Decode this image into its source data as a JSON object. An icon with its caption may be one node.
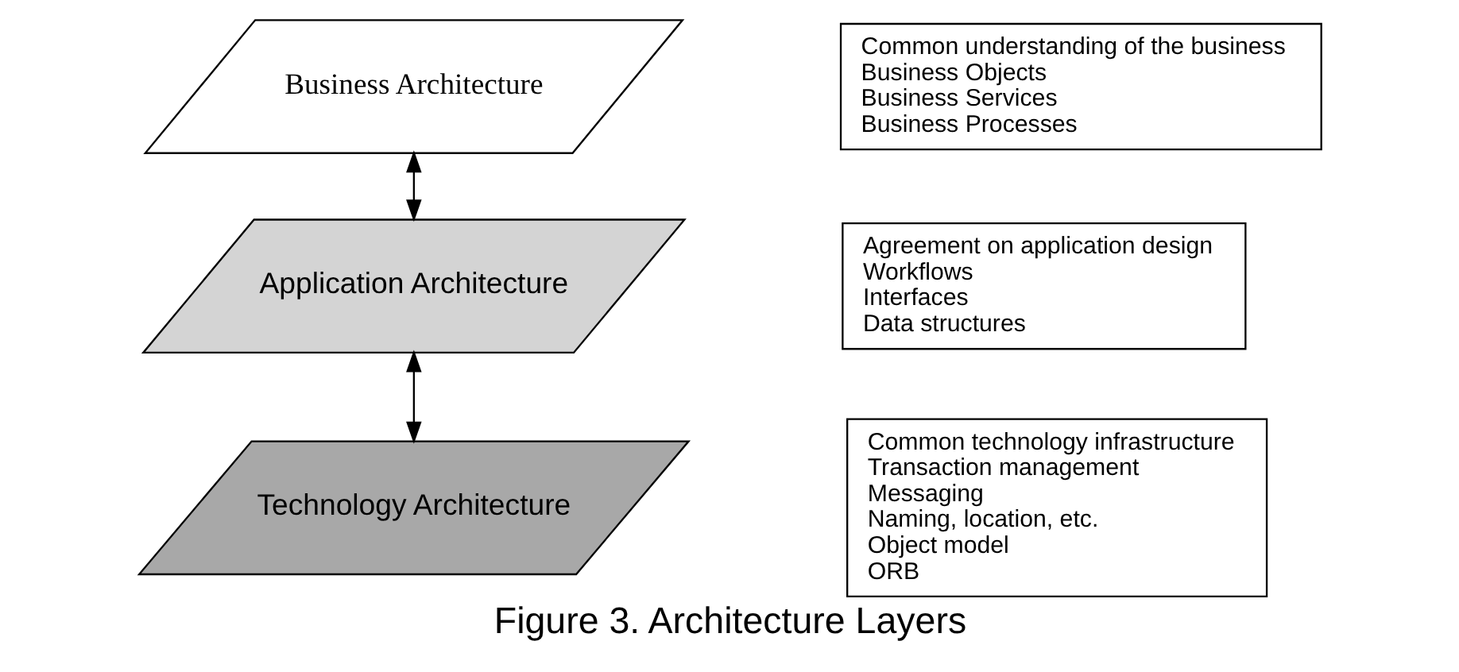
{
  "diagram": {
    "caption": "Figure 3. Architecture Layers",
    "nodes": [
      {
        "text": [
          "Business Architecture"
        ]
      },
      {
        "text": [
          "Application Architecture"
        ]
      },
      {
        "text": [
          "Technology Architecture"
        ]
      },
      {
        "text": [
          "Common understanding of the business",
          "Business Objects",
          "Business Services",
          "Business Processes"
        ]
      },
      {
        "text": [
          "Agreement on application design",
          "Workflows",
          "Interfaces",
          "Data structures"
        ]
      },
      {
        "text": [
          "Common technology infrastructure",
          "Transaction management",
          "Messaging",
          "Naming, location, etc.",
          "Object model",
          "ORB"
        ]
      }
    ],
    "edges": [
      {
        "from": 0,
        "to": 1,
        "arrow": "both"
      },
      {
        "from": 1,
        "to": 2,
        "arrow": "both"
      }
    ]
  }
}
